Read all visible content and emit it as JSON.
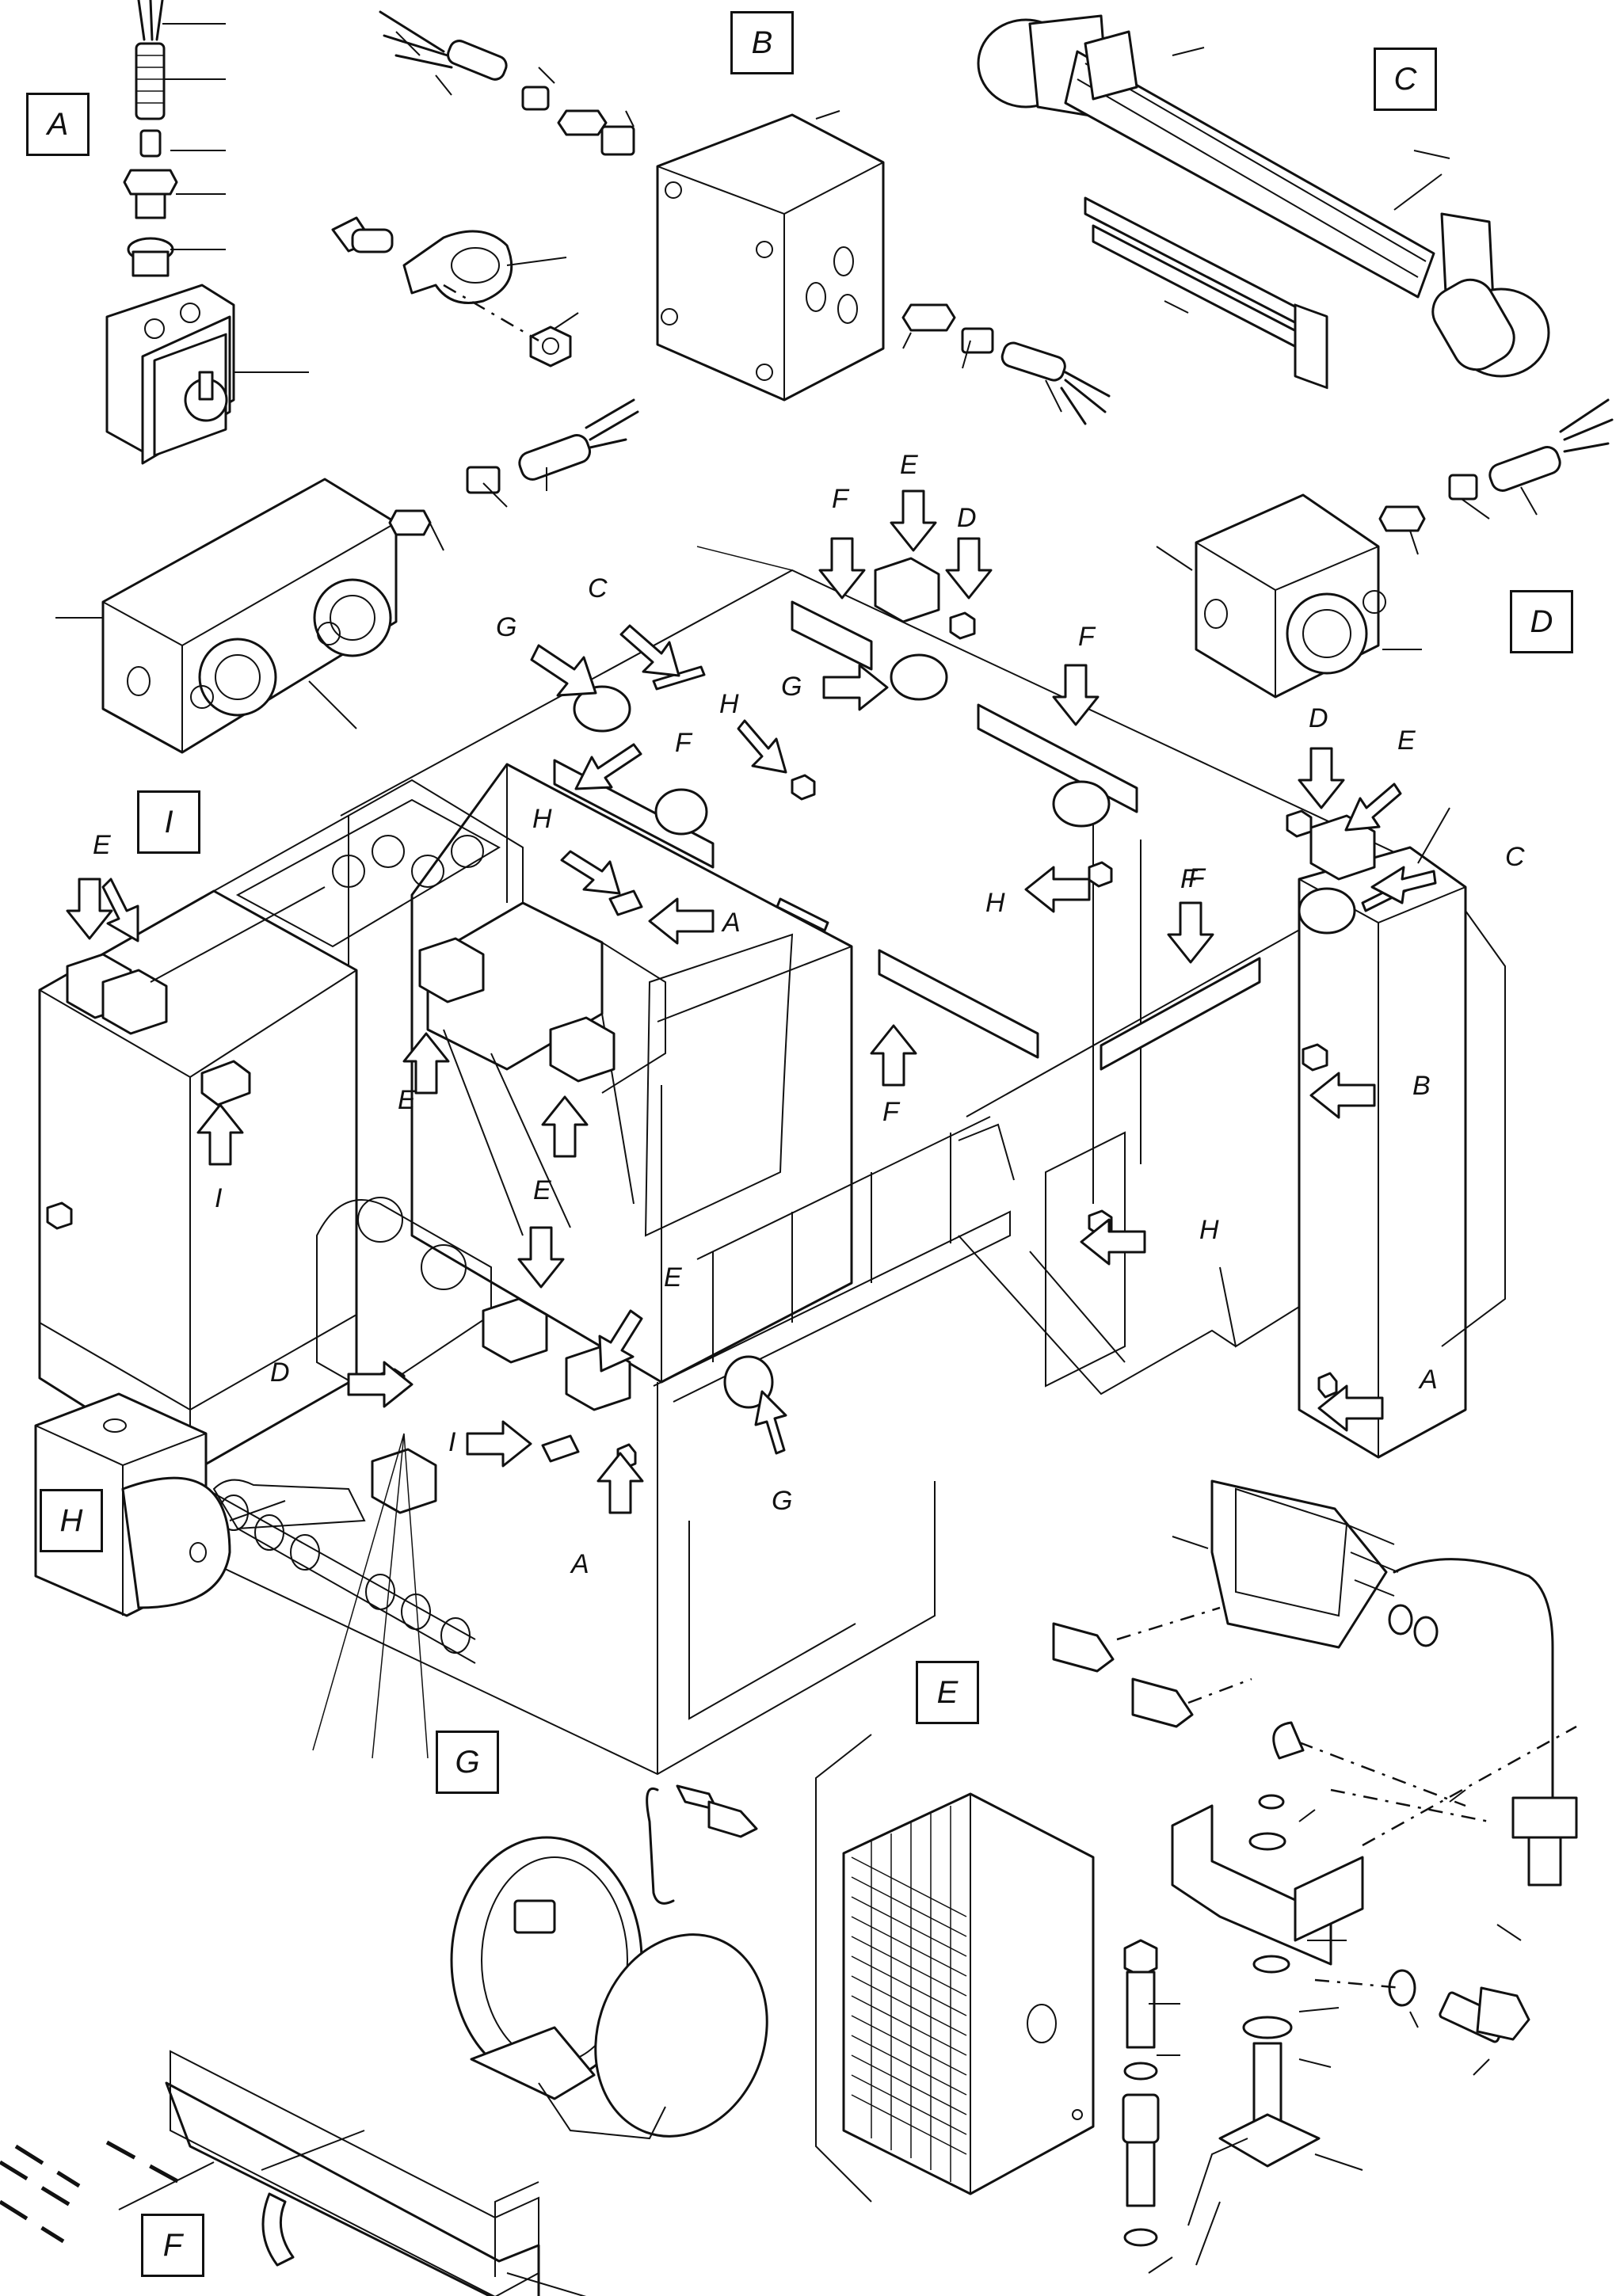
{
  "diagram": {
    "view_labels": {
      "A": "A",
      "B": "B",
      "C": "C",
      "D": "D",
      "E": "E",
      "F": "F",
      "G": "G",
      "H": "H",
      "I": "I"
    },
    "callouts": [
      "G",
      "C",
      "F",
      "E",
      "D",
      "H",
      "G",
      "F",
      "F",
      "F",
      "E",
      "D",
      "C",
      "E",
      "A",
      "H",
      "F",
      "H",
      "E",
      "I",
      "F",
      "B",
      "H",
      "E",
      "D",
      "E",
      "A",
      "I",
      "A",
      "G"
    ]
  }
}
